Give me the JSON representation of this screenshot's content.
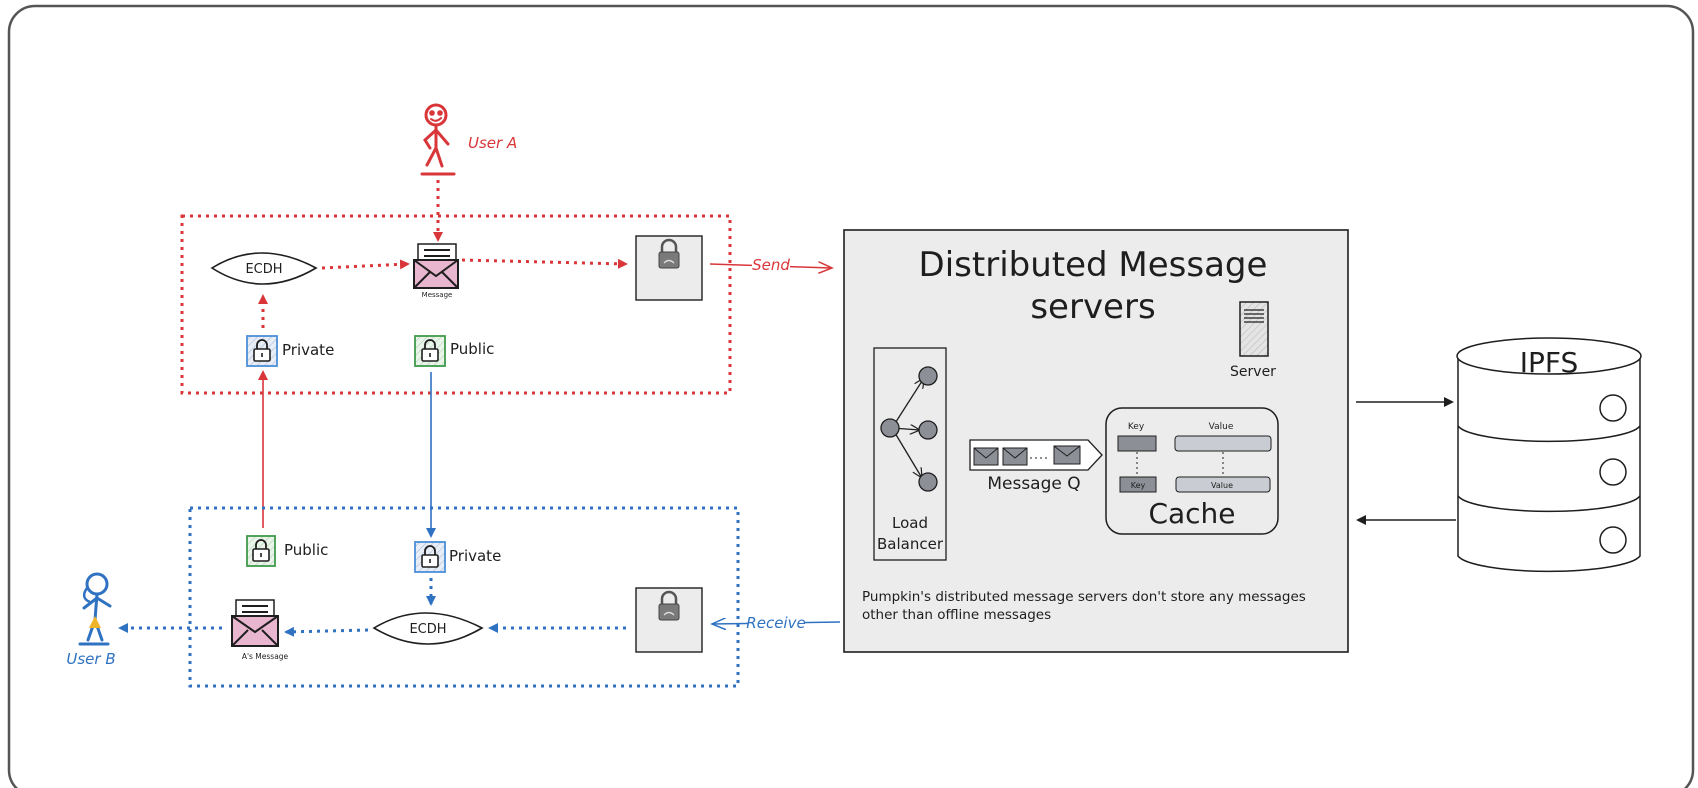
{
  "users": {
    "a_label": "User A",
    "b_label": "User B"
  },
  "send_group": {
    "ecdh_label": "ECDH",
    "message_caption": "Message",
    "private_label": "Private",
    "public_label": "Public",
    "send_label": "Send"
  },
  "receive_group": {
    "ecdh_label": "ECDH",
    "message_caption": "A's Message",
    "private_label": "Private",
    "public_label": "Public",
    "receive_label": "Receive"
  },
  "servers": {
    "title_line1": "Distributed Message",
    "title_line2": "servers",
    "server_label": "Server",
    "load_balancer_line1": "Load",
    "load_balancer_line2": "Balancer",
    "message_q_label": "Message Q",
    "key_header": "Key",
    "value_header": "Value",
    "key_row": "Key",
    "value_row": "Value",
    "cache_label": "Cache",
    "note_line1": "Pumpkin's distributed message servers don't store any messages",
    "note_line2": "other than offline messages"
  },
  "ipfs": {
    "label": "IPFS"
  },
  "colors": {
    "red": "#d9363a",
    "blue": "#2f72c2",
    "panel": "#ececec",
    "dark": "#1e1e1e",
    "envelope": "#e8b6cf",
    "lock_blue": "#4a8fd8",
    "lock_green": "#3f9a4a"
  }
}
